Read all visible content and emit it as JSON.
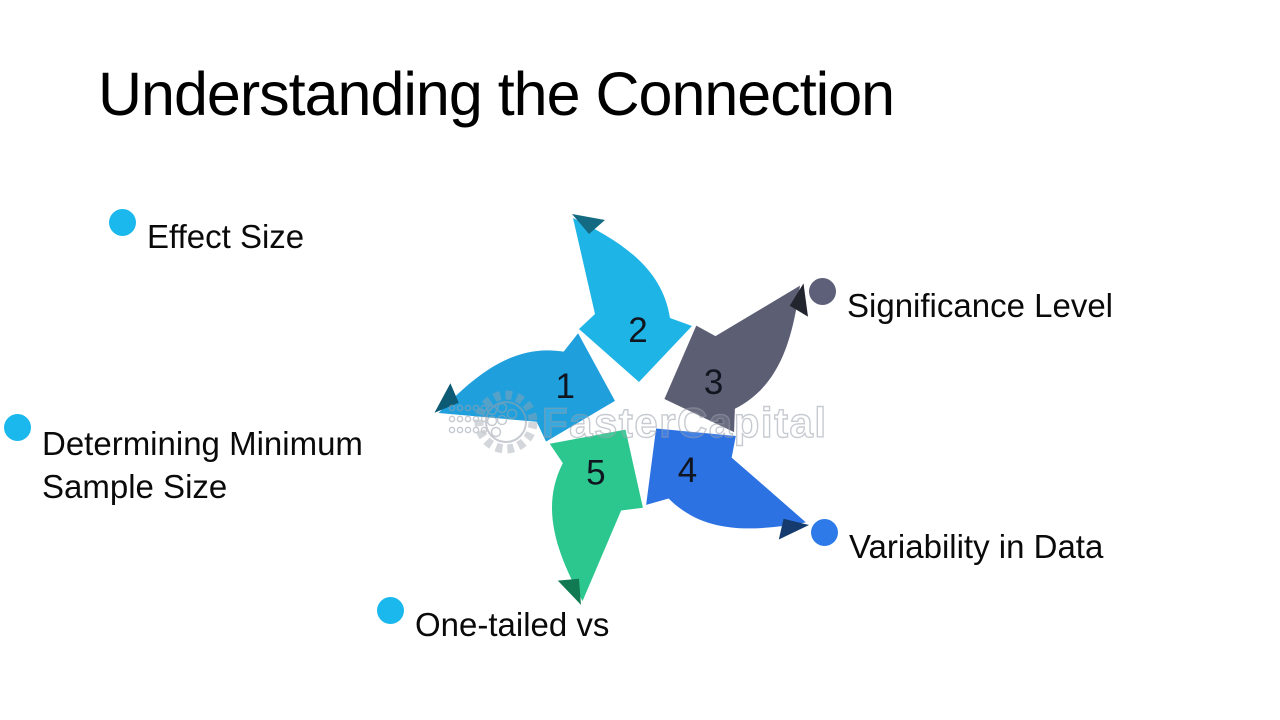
{
  "slide": {
    "title": "Understanding the Connection"
  },
  "bullets": [
    {
      "id": "effect-size",
      "label": "Effect Size",
      "bullet_color": "#1ab8ec"
    },
    {
      "id": "significance-level",
      "label": "Significance Level",
      "bullet_color": "#5d6078"
    },
    {
      "id": "determining-minimum",
      "label": "Determining Minimum Sample Size",
      "bullet_color": "#1ab8ec"
    },
    {
      "id": "variability-in-data",
      "label": "Variability in Data",
      "bullet_color": "#2d7ae8"
    },
    {
      "id": "one-tailed",
      "label": "One-tailed vs",
      "bullet_color": "#1ab8ec"
    }
  ],
  "diagram": {
    "type": "pinwheel",
    "steps": [
      {
        "number": "1",
        "color": "#1fa0dd",
        "fold_color": "#0d5a74",
        "rotation": -72
      },
      {
        "number": "2",
        "color": "#1fb4e6",
        "fold_color": "#136a82",
        "rotation": 0
      },
      {
        "number": "3",
        "color": "#5c5e74",
        "fold_color": "#22242e",
        "rotation": 72
      },
      {
        "number": "4",
        "color": "#2d72e2",
        "fold_color": "#153a6e",
        "rotation": 144
      },
      {
        "number": "5",
        "color": "#2cc78e",
        "fold_color": "#127a52",
        "rotation": 216
      }
    ],
    "number_color": "#10151f"
  },
  "watermark": {
    "text": "FasterCapital",
    "icon": "gear-icon",
    "color": "#9aa1ad"
  }
}
